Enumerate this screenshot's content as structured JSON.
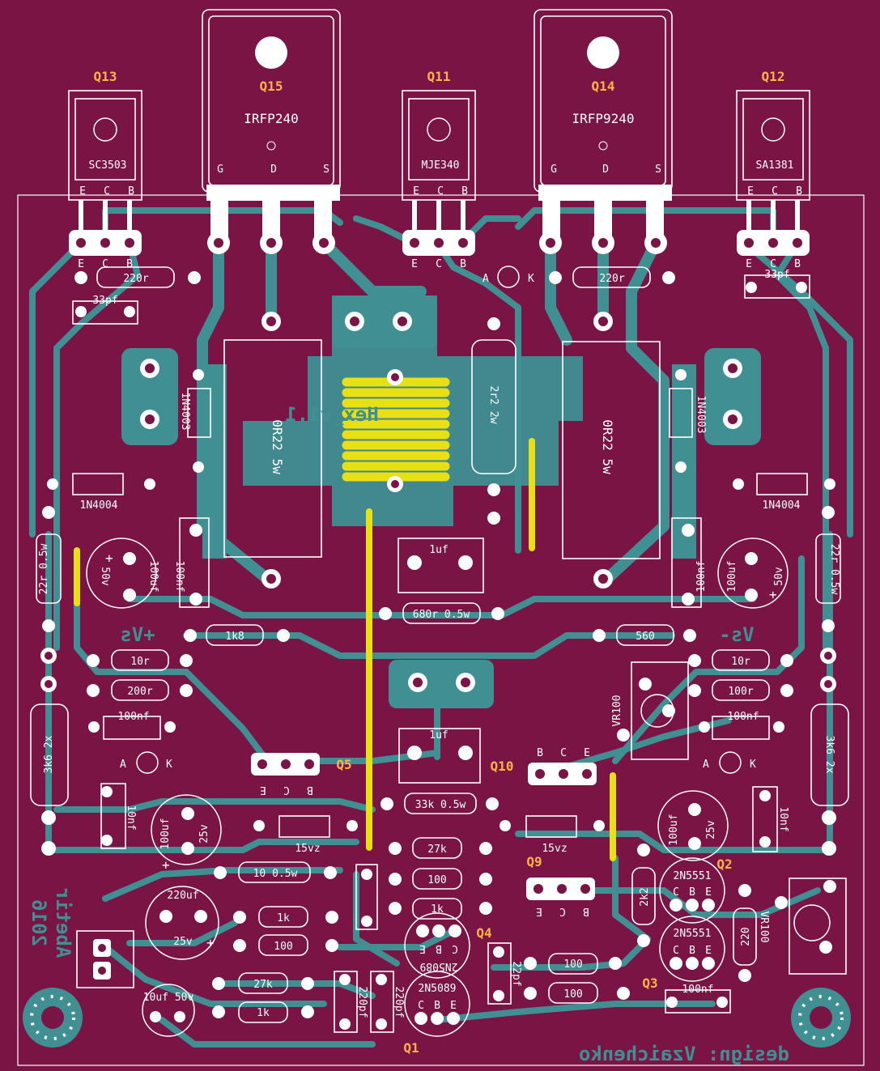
{
  "refs": {
    "q13": "Q13",
    "q15": "Q15",
    "q11": "Q11",
    "q14": "Q14",
    "q12": "Q12",
    "q5": "Q5",
    "q10": "Q10",
    "q9": "Q9",
    "q4": "Q4",
    "q2": "Q2",
    "q3": "Q3",
    "q1": "Q1"
  },
  "parts": {
    "q13": "SC3503",
    "q15": "IRFP240",
    "q11": "MJE340",
    "q14": "IRFP9240",
    "q12": "SA1381",
    "q4": "2N5089",
    "q1": "2N5089",
    "q2": "2N5551",
    "q3": "2N5551"
  },
  "pins": {
    "g": "G",
    "d": "D",
    "s": "S",
    "e": "E",
    "c": "C",
    "b": "B",
    "a": "A",
    "k": "K"
  },
  "values": {
    "r220a": "220r",
    "r220b": "220r",
    "c33a": "33pf",
    "c33b": "33pf",
    "d1n4003a": "1N4003",
    "d1n4003b": "1N4003",
    "d1n4004a": "1N4004",
    "d1n4004b": "1N4004",
    "r0r22a": "0R22 5w",
    "r0r22b": "0R22 5w",
    "r2r2": "2r2 2w",
    "r22a": "22r 0.5w",
    "r22b": "22r 0.5w",
    "c100uf50a": "100uf",
    "v50a": "50v",
    "c100uf50b": "100uf",
    "v50b": "50v",
    "c100nfa": "100nf",
    "c100nfb": "100nf",
    "c1ufa": "1uf",
    "c1ufb": "1uf",
    "r680": "680r 0.5w",
    "r1k8": "1k8",
    "r560": "560",
    "r10a": "10r",
    "r10b": "10r",
    "r200": "200r",
    "r100b": "100r",
    "c100nf2a": "100nf",
    "c100nf2b": "100nf",
    "r3k6a": "3k6 2x",
    "r3k6b": "3k6 2x",
    "vr100": "VR100",
    "r33k": "33k 0.5w",
    "c100uf25a": "100uf",
    "v25a": "25v",
    "c100uf25b": "100uf",
    "v25b": "25v",
    "c10nfa": "10nf",
    "c10nfb": "10nf",
    "z15a": "15vz",
    "z15b": "15vz",
    "r27ka": "27k",
    "r100c": "100",
    "r1ka": "1k",
    "r10c": "10 0.5w",
    "c220uf": "220uf",
    "v25c": "25v",
    "r1kb": "1k",
    "r100d": "100",
    "r27kb": "27k",
    "r1kc": "1k",
    "c10uf": "10uf 50v",
    "c220pfa": "220pf",
    "c220pfb": "220pf",
    "c22pf": "22pf",
    "r100e": "100",
    "r100f": "100",
    "r2k2": "2k2",
    "r220d": "220",
    "vr100b": "VR100",
    "c100nf3": "100nf"
  },
  "signs": {
    "plus": "+",
    "vsplus": "+Vs",
    "vsminus": "Vs-"
  },
  "mirrored": {
    "hex": "Hex_v1.1",
    "author": "Abetir",
    "year": "2016",
    "design": "design: Vzaichenko"
  }
}
